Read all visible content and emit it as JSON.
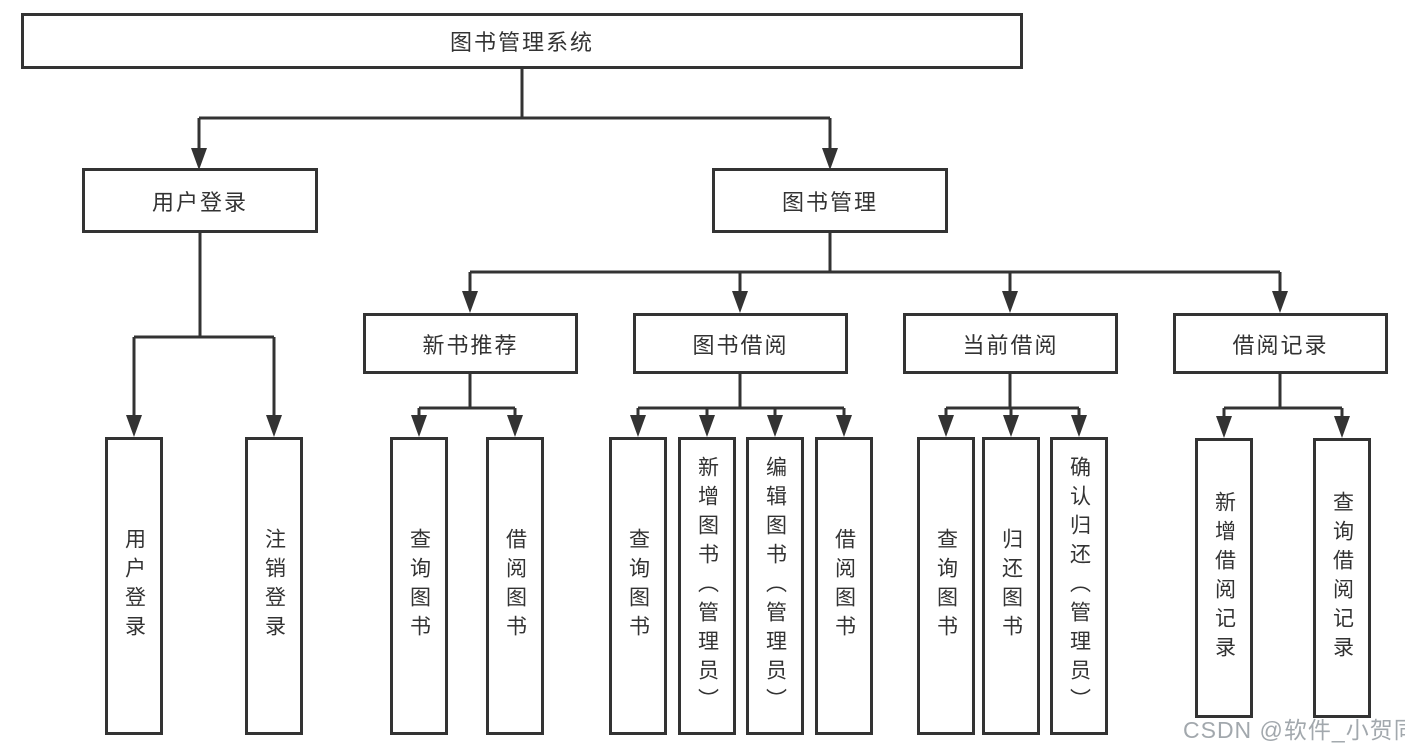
{
  "diagram": {
    "root": {
      "label": "图书管理系统"
    },
    "branches": [
      {
        "label": "用户登录",
        "children": [
          {
            "label": "用户登录"
          },
          {
            "label": "注销登录"
          }
        ]
      },
      {
        "label": "图书管理",
        "groups": [
          {
            "label": "新书推荐",
            "children": [
              {
                "label": "查询图书"
              },
              {
                "label": "借阅图书"
              }
            ]
          },
          {
            "label": "图书借阅",
            "children": [
              {
                "label": "查询图书"
              },
              {
                "label": "新增图书（管理员）"
              },
              {
                "label": "编辑图书（管理员）"
              },
              {
                "label": "借阅图书"
              }
            ]
          },
          {
            "label": "当前借阅",
            "children": [
              {
                "label": "查询图书"
              },
              {
                "label": "归还图书"
              },
              {
                "label": "确认归还（管理员）"
              }
            ]
          },
          {
            "label": "借阅记录",
            "children": [
              {
                "label": "新增借阅记录"
              },
              {
                "label": "查询借阅记录"
              }
            ]
          }
        ]
      }
    ]
  },
  "watermark": {
    "text": "CSDN @软件_小贺同学"
  },
  "colors": {
    "line": "#333333",
    "text": "#333333",
    "background": "#ffffff",
    "watermark_gray": "#9ea4a9"
  }
}
